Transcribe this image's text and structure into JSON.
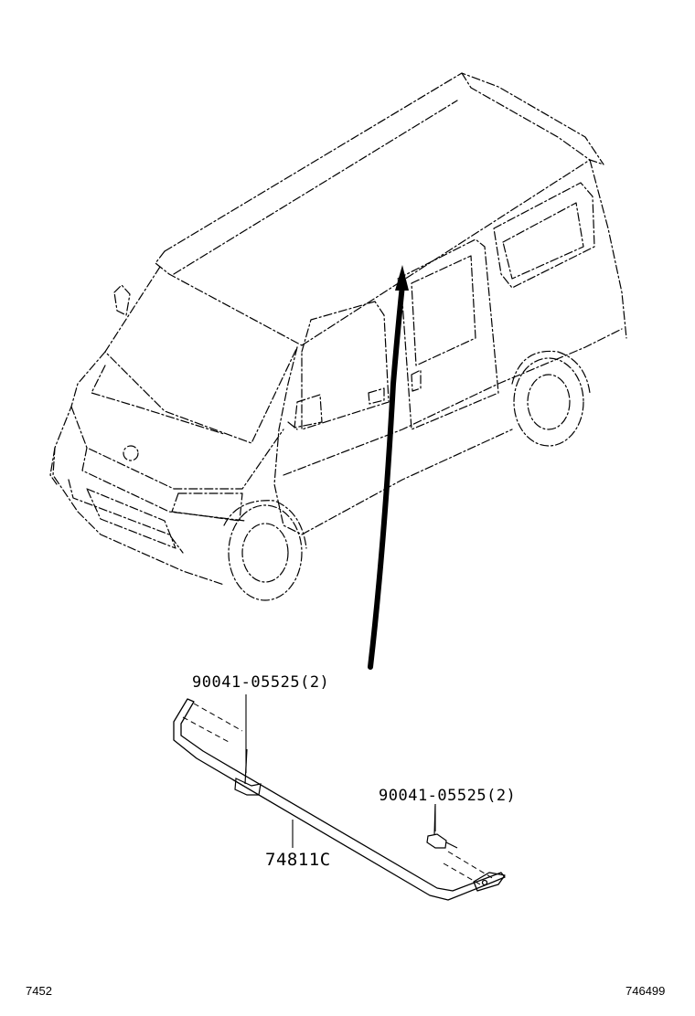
{
  "labels": {
    "bolt_upper": "90041-05525(2)",
    "bolt_lower": "90041-05525(2)",
    "part_main": "74811C",
    "corner_left": "7452",
    "corner_right": "746499"
  },
  "colors": {
    "line": "#000000",
    "background": "#ffffff"
  }
}
